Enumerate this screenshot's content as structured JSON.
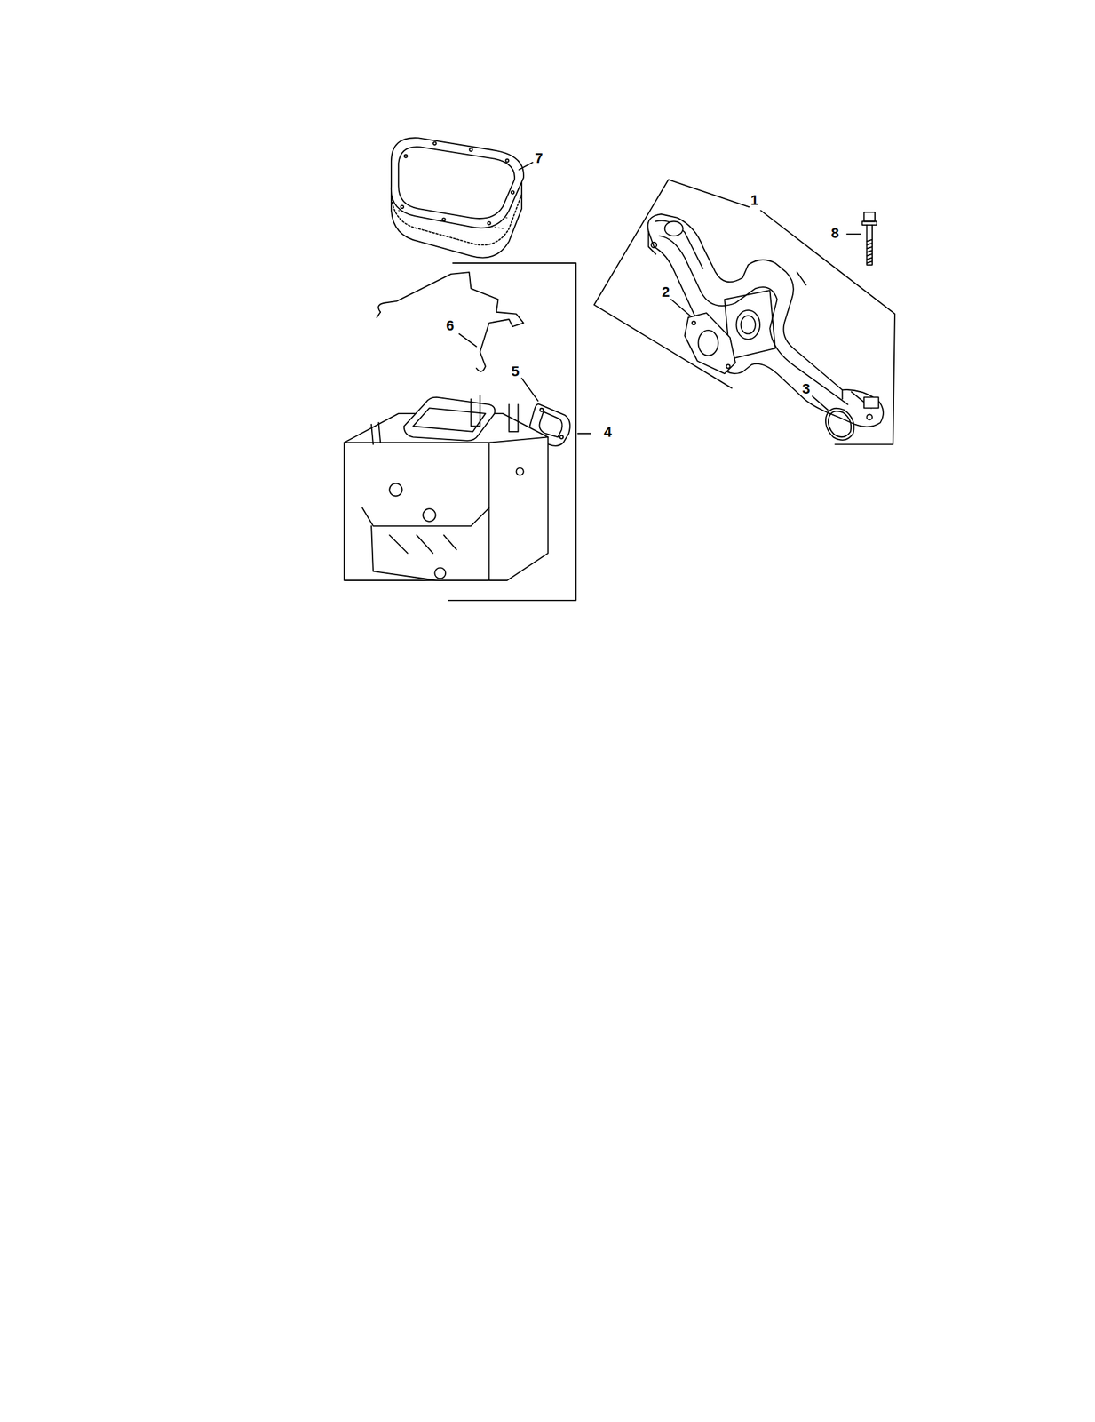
{
  "diagram": {
    "labels": [
      "7",
      "1",
      "8",
      "2",
      "6",
      "5",
      "4",
      "3"
    ]
  }
}
